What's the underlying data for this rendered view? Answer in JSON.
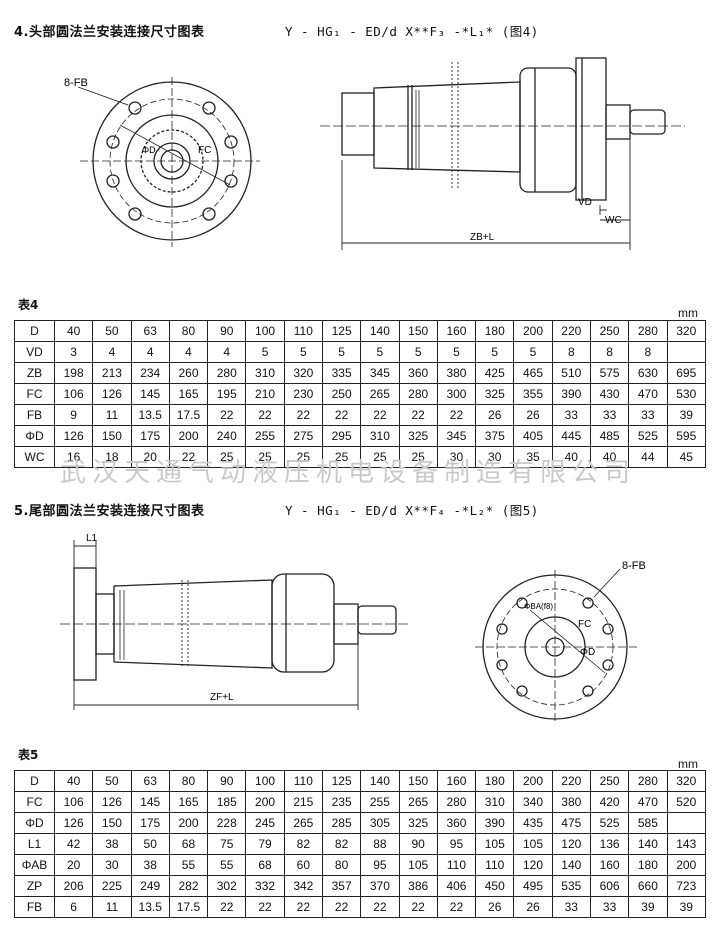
{
  "section4": {
    "title": "4.头部圆法兰安装连接尺寸图表",
    "formula": "Y - HG₁ - ED/d X**F₃ -*L₁* (图4)",
    "labels": {
      "flange_holes": "8-FB",
      "phi_d": "ΦD",
      "fc": "FC",
      "vd": "VD",
      "wc": "WC",
      "zb_l": "ZB+L"
    },
    "table_label": "表4",
    "unit": "mm",
    "rows": [
      {
        "name": "D",
        "values": [
          "40",
          "50",
          "63",
          "80",
          "90",
          "100",
          "110",
          "125",
          "140",
          "150",
          "160",
          "180",
          "200",
          "220",
          "250",
          "280",
          "320"
        ]
      },
      {
        "name": "VD",
        "values": [
          "3",
          "4",
          "4",
          "4",
          "4",
          "5",
          "5",
          "5",
          "5",
          "5",
          "5",
          "5",
          "5",
          "8",
          "8",
          "8"
        ]
      },
      {
        "name": "ZB",
        "values": [
          "198",
          "213",
          "234",
          "260",
          "280",
          "310",
          "320",
          "335",
          "345",
          "360",
          "380",
          "425",
          "465",
          "510",
          "575",
          "630",
          "695"
        ]
      },
      {
        "name": "FC",
        "values": [
          "106",
          "126",
          "145",
          "165",
          "195",
          "210",
          "230",
          "250",
          "265",
          "280",
          "300",
          "325",
          "355",
          "390",
          "430",
          "470",
          "530"
        ]
      },
      {
        "name": "FB",
        "values": [
          "9",
          "11",
          "13.5",
          "17.5",
          "22",
          "22",
          "22",
          "22",
          "22",
          "22",
          "22",
          "26",
          "26",
          "33",
          "33",
          "33",
          "39"
        ]
      },
      {
        "name": "ΦD",
        "values": [
          "126",
          "150",
          "175",
          "200",
          "240",
          "255",
          "275",
          "295",
          "310",
          "325",
          "345",
          "375",
          "405",
          "445",
          "485",
          "525",
          "595"
        ]
      },
      {
        "name": "WC",
        "values": [
          "16",
          "18",
          "20",
          "22",
          "25",
          "25",
          "25",
          "25",
          "25",
          "25",
          "30",
          "30",
          "35",
          "40",
          "40",
          "44",
          "45"
        ]
      }
    ]
  },
  "section5": {
    "title": "5.尾部圆法兰安装连接尺寸图表",
    "formula": "Y - HG₁ - ED/d X**F₄ -*L₂* (图5)",
    "labels": {
      "l1": "L1",
      "zf_l": "ZF+L",
      "flange_holes": "8-FB",
      "phi_ba": "ΦBA(f8)",
      "fc": "FC",
      "phi_d": "ΦD"
    },
    "table_label": "表5",
    "unit": "mm",
    "rows": [
      {
        "name": "D",
        "values": [
          "40",
          "50",
          "63",
          "80",
          "90",
          "100",
          "110",
          "125",
          "140",
          "150",
          "160",
          "180",
          "200",
          "220",
          "250",
          "280",
          "320"
        ]
      },
      {
        "name": "FC",
        "values": [
          "106",
          "126",
          "145",
          "165",
          "185",
          "200",
          "215",
          "235",
          "255",
          "265",
          "280",
          "310",
          "340",
          "380",
          "420",
          "470",
          "520"
        ]
      },
      {
        "name": "ΦD",
        "values": [
          "126",
          "150",
          "175",
          "200",
          "228",
          "245",
          "265",
          "285",
          "305",
          "325",
          "360",
          "390",
          "435",
          "475",
          "525",
          "585"
        ]
      },
      {
        "name": "L1",
        "values": [
          "42",
          "38",
          "50",
          "68",
          "75",
          "79",
          "82",
          "82",
          "88",
          "90",
          "95",
          "105",
          "105",
          "120",
          "136",
          "140",
          "143"
        ]
      },
      {
        "name": "ΦAB",
        "values": [
          "20",
          "30",
          "38",
          "55",
          "55",
          "68",
          "60",
          "80",
          "95",
          "105",
          "110",
          "110",
          "120",
          "140",
          "160",
          "180",
          "200"
        ]
      },
      {
        "name": "ZP",
        "values": [
          "206",
          "225",
          "249",
          "282",
          "302",
          "332",
          "342",
          "357",
          "370",
          "386",
          "406",
          "450",
          "495",
          "535",
          "606",
          "660",
          "723"
        ]
      },
      {
        "name": "FB",
        "values": [
          "6",
          "11",
          "13.5",
          "17.5",
          "22",
          "22",
          "22",
          "22",
          "22",
          "22",
          "22",
          "26",
          "26",
          "33",
          "33",
          "39",
          "39"
        ]
      }
    ]
  },
  "watermark": "武汉天通气动液压机电设备制造有限公司"
}
